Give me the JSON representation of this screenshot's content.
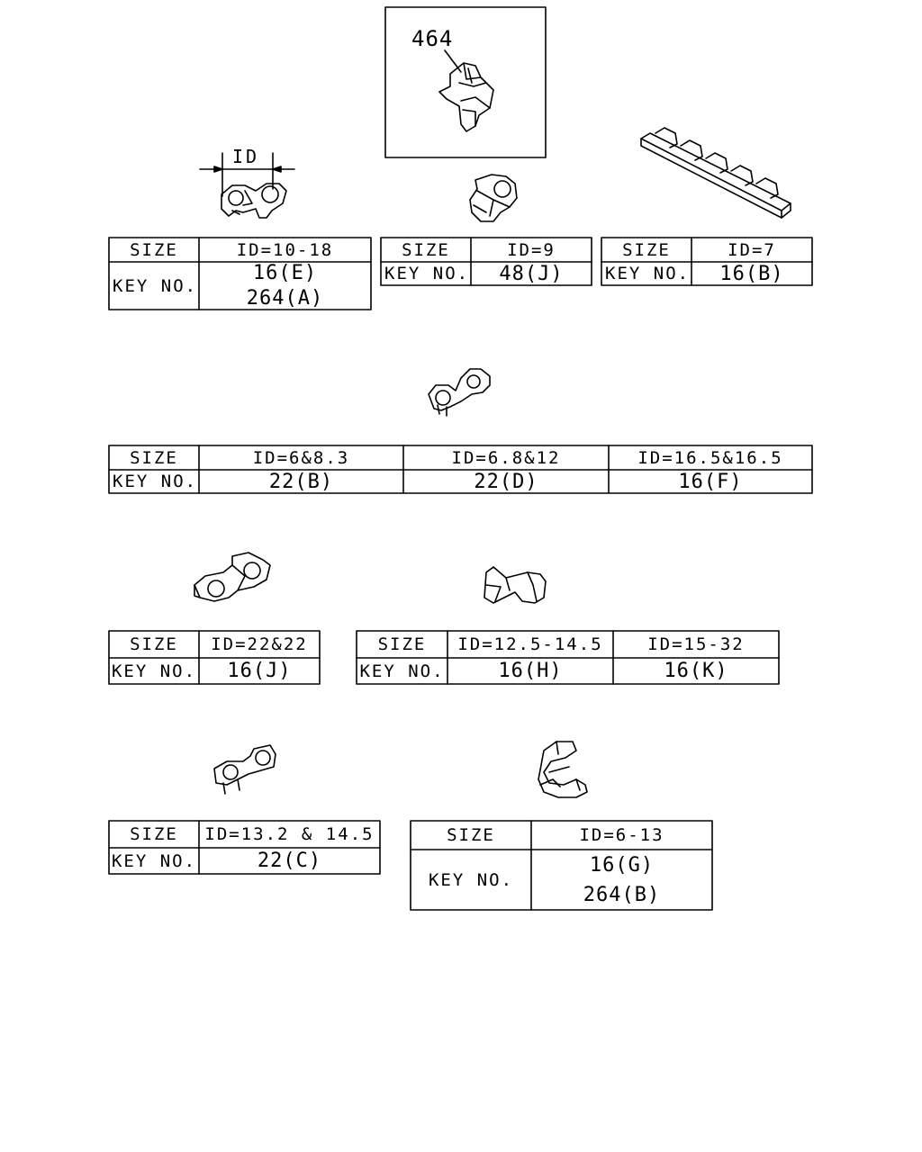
{
  "callout": {
    "part_number": "464"
  },
  "dimension": {
    "label": "ID"
  },
  "headers": {
    "size": "SIZE",
    "key_no": "KEY NO."
  },
  "tables": [
    {
      "id": "t1",
      "sizes": [
        "ID=10-18"
      ],
      "keys": [
        [
          "16(E)",
          "264(A)"
        ]
      ]
    },
    {
      "id": "t2",
      "sizes": [
        "ID=9"
      ],
      "keys": [
        [
          "48(J)"
        ]
      ]
    },
    {
      "id": "t3",
      "sizes": [
        "ID=7"
      ],
      "keys": [
        [
          "16(B)"
        ]
      ]
    },
    {
      "id": "t4",
      "sizes": [
        "ID=6&8.3",
        "ID=6.8&12",
        "ID=16.5&16.5"
      ],
      "keys": [
        [
          "22(B)"
        ],
        [
          "22(D)"
        ],
        [
          "16(F)"
        ]
      ]
    },
    {
      "id": "t5",
      "sizes": [
        "ID=22&22"
      ],
      "keys": [
        [
          "16(J)"
        ]
      ]
    },
    {
      "id": "t6",
      "sizes": [
        "ID=12.5-14.5",
        "ID=15-32"
      ],
      "keys": [
        [
          "16(H)"
        ],
        [
          "16(K)"
        ]
      ]
    },
    {
      "id": "t7",
      "sizes": [
        "ID=13.2 & 14.5"
      ],
      "keys": [
        [
          "22(C)"
        ]
      ]
    },
    {
      "id": "t8",
      "sizes": [
        "ID=6-13"
      ],
      "keys": [
        [
          "16(G)",
          "264(B)"
        ]
      ]
    }
  ]
}
